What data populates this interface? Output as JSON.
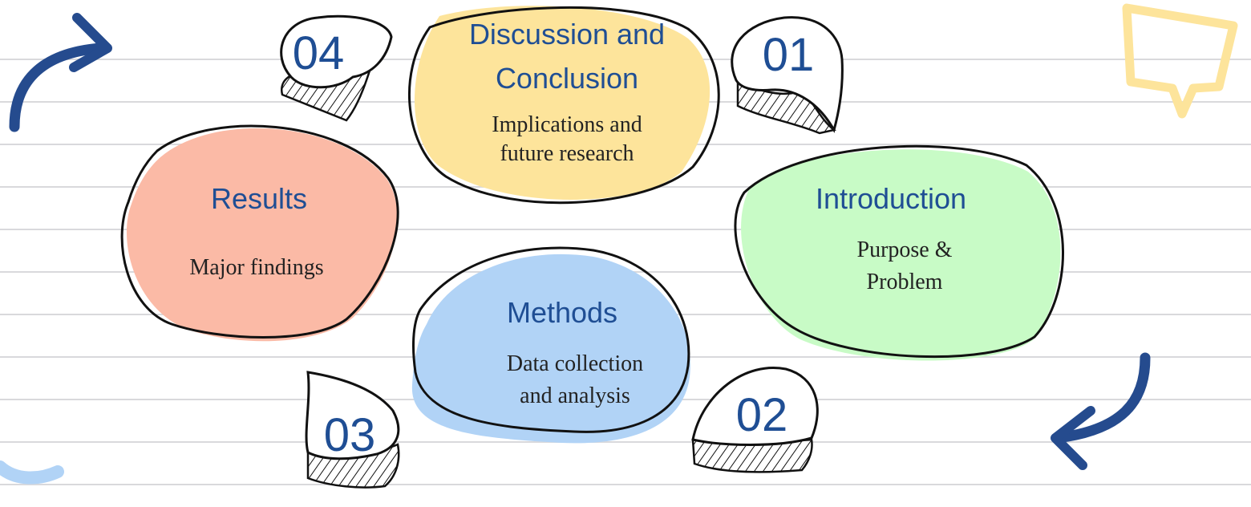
{
  "colors": {
    "numbers": "#1f4e94",
    "titles": "#1f4e94",
    "discussion_fill": "#fde49b",
    "introduction_fill": "#c8fbc6",
    "methods_fill": "#b1d3f6",
    "results_fill": "#fbbaa6",
    "arrows": "#254b8e",
    "speech_bubble": "#fde49b"
  },
  "steps": {
    "discussion": {
      "number": "04",
      "title_line1": "Discussion and",
      "title_line2": "Conclusion",
      "desc_line1": "Implications and",
      "desc_line2": "future research"
    },
    "introduction": {
      "number": "01",
      "title": "Introduction",
      "desc_line1": "Purpose &",
      "desc_line2": "Problem"
    },
    "methods": {
      "number": "02",
      "title": "Methods",
      "desc_line1": "Data collection",
      "desc_line2": "and analysis"
    },
    "results": {
      "number": "03",
      "title": "Results",
      "desc": "Major findings"
    }
  },
  "decor": [
    "curved-arrow-icon",
    "curved-arrow-icon",
    "speech-bubble-icon",
    "brush-stroke-icon"
  ]
}
